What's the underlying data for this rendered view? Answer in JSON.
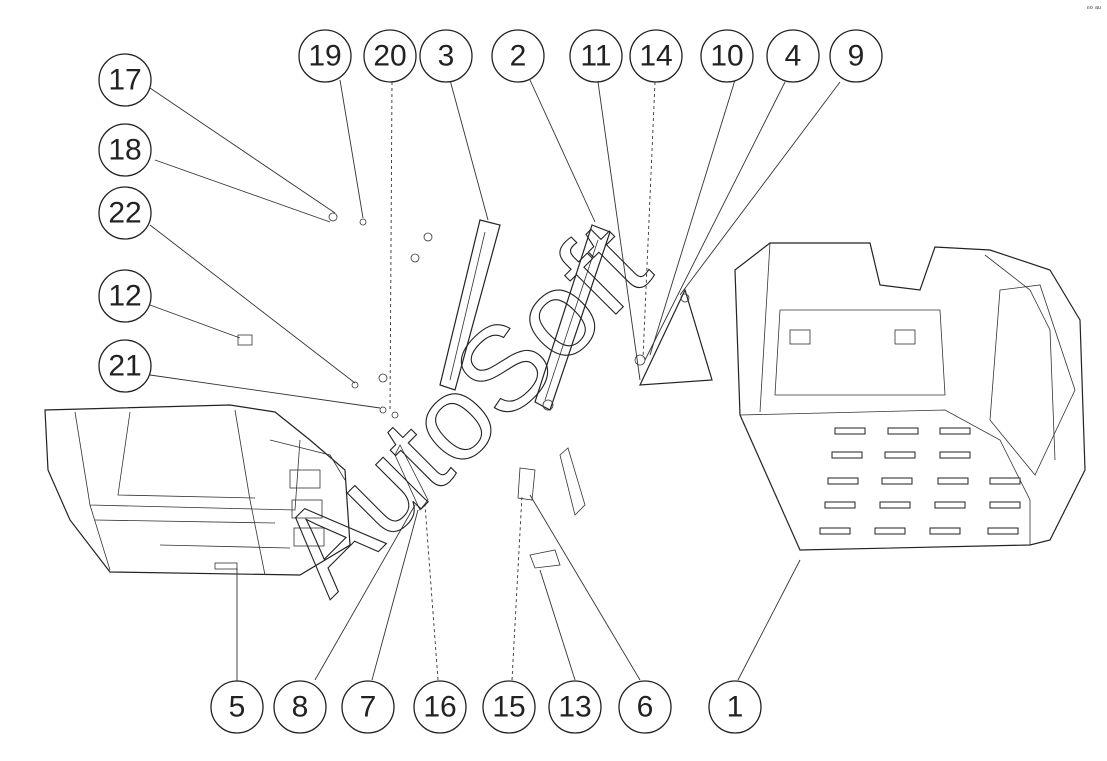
{
  "watermark": "AutoSoft",
  "corner_text": "ⁿᵒ ᵃᵘ",
  "callouts": [
    {
      "id": "c17",
      "label": "17"
    },
    {
      "id": "c18",
      "label": "18"
    },
    {
      "id": "c22",
      "label": "22"
    },
    {
      "id": "c12",
      "label": "12"
    },
    {
      "id": "c21",
      "label": "21"
    },
    {
      "id": "c19",
      "label": "19"
    },
    {
      "id": "c20",
      "label": "20"
    },
    {
      "id": "c3",
      "label": "3"
    },
    {
      "id": "c2",
      "label": "2"
    },
    {
      "id": "c11",
      "label": "11"
    },
    {
      "id": "c14",
      "label": "14"
    },
    {
      "id": "c10",
      "label": "10"
    },
    {
      "id": "c4",
      "label": "4"
    },
    {
      "id": "c9",
      "label": "9"
    },
    {
      "id": "c5",
      "label": "5"
    },
    {
      "id": "c8",
      "label": "8"
    },
    {
      "id": "c7",
      "label": "7"
    },
    {
      "id": "c16",
      "label": "16"
    },
    {
      "id": "c15",
      "label": "15"
    },
    {
      "id": "c13",
      "label": "13"
    },
    {
      "id": "c6",
      "label": "6"
    },
    {
      "id": "c1",
      "label": "1"
    }
  ]
}
